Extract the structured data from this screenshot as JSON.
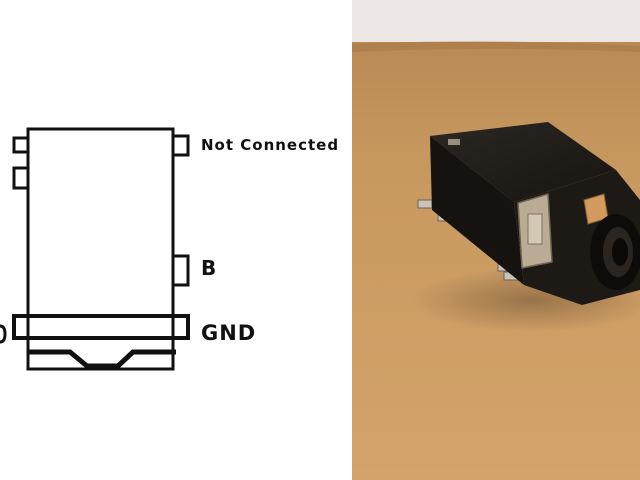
{
  "schematic": {
    "pins": {
      "not_connected": "Not Connected",
      "b": "B",
      "gnd": "GND"
    },
    "colors": {
      "line": "#111111",
      "background": "#ffffff"
    }
  },
  "photo": {
    "subject": "surface-mount-audio-jack",
    "colors": {
      "wall": "#ece7e4",
      "cardboard": "#c89a63",
      "jack_body": "#1d1a16",
      "metal_tab": "#b9ab94",
      "tan_tab": "#d39a5e"
    }
  }
}
